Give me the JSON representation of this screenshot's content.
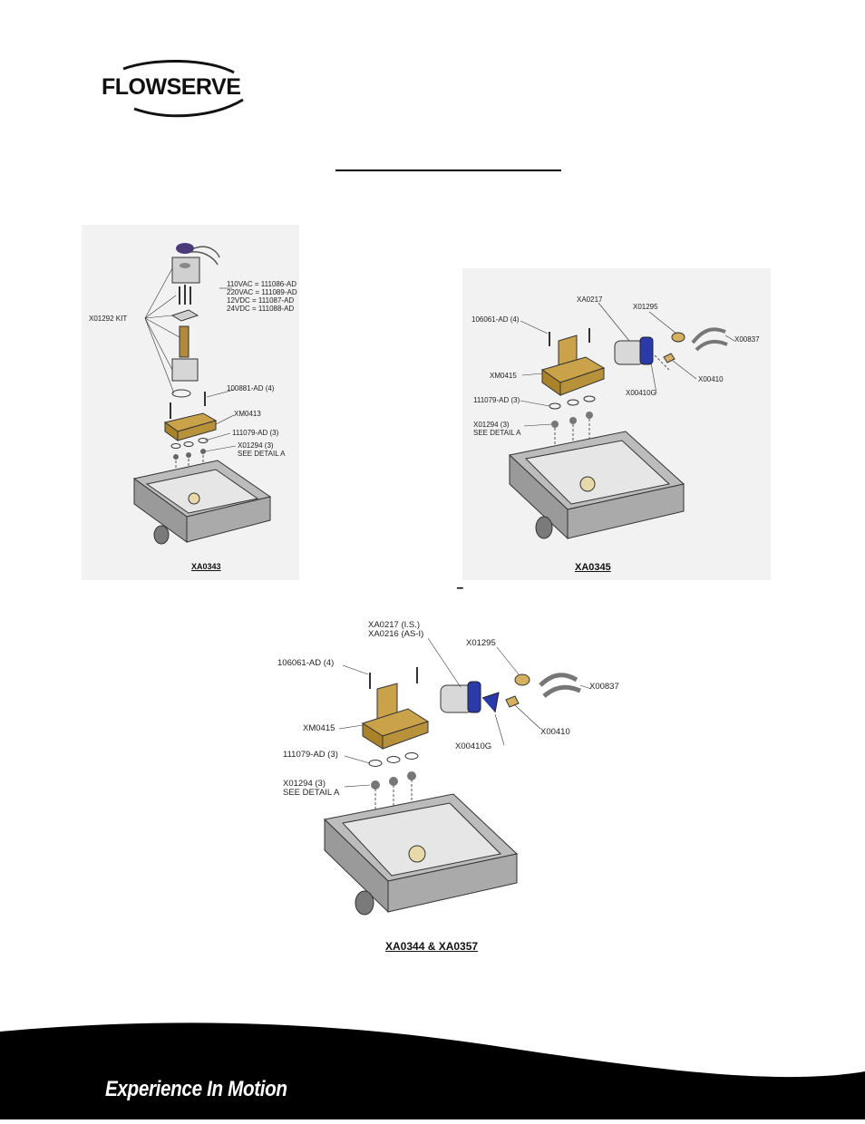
{
  "header": {
    "brand": "FLOWSERVE"
  },
  "figures": {
    "xa0343": {
      "label": "XA0343",
      "callouts": {
        "voltages": "110VAC = 111086-AD\n220VAC = 111089-AD\n12VDC = 111087-AD\n24VDC = 111088-AD",
        "kit": "X01292 KIT",
        "screws": "100881-AD (4)",
        "block": "XM0413",
        "orings": "111079-AD (3)",
        "filters": "X01294 (3)\nSEE DETAIL A"
      }
    },
    "xa0345": {
      "label": "XA0345",
      "callouts": {
        "screws": "106061-AD (4)",
        "valve": "XA0217",
        "fitting": "X01295",
        "tube": "X00837",
        "block": "XM0415",
        "elbow": "X00410",
        "elbow_g": "X00410G",
        "orings": "111079-AD (3)",
        "filters": "X01294 (3)\nSEE DETAIL A"
      }
    },
    "xa0344": {
      "label": "XA0344 & XA0357",
      "callouts": {
        "valve": "XA0217 (I.S.)\nXA0216 (AS-I)",
        "fitting": "X01295",
        "screws": "106061-AD (4)",
        "tube": "X00837",
        "block": "XM0415",
        "elbow": "X00410",
        "elbow_g": "X00410G",
        "orings": "111079-AD (3)",
        "filters": "X01294 (3)\nSEE DETAIL A"
      }
    }
  },
  "stray_mark": "_",
  "footer": {
    "tagline": "Experience In Motion",
    "band_color": "#000000"
  }
}
